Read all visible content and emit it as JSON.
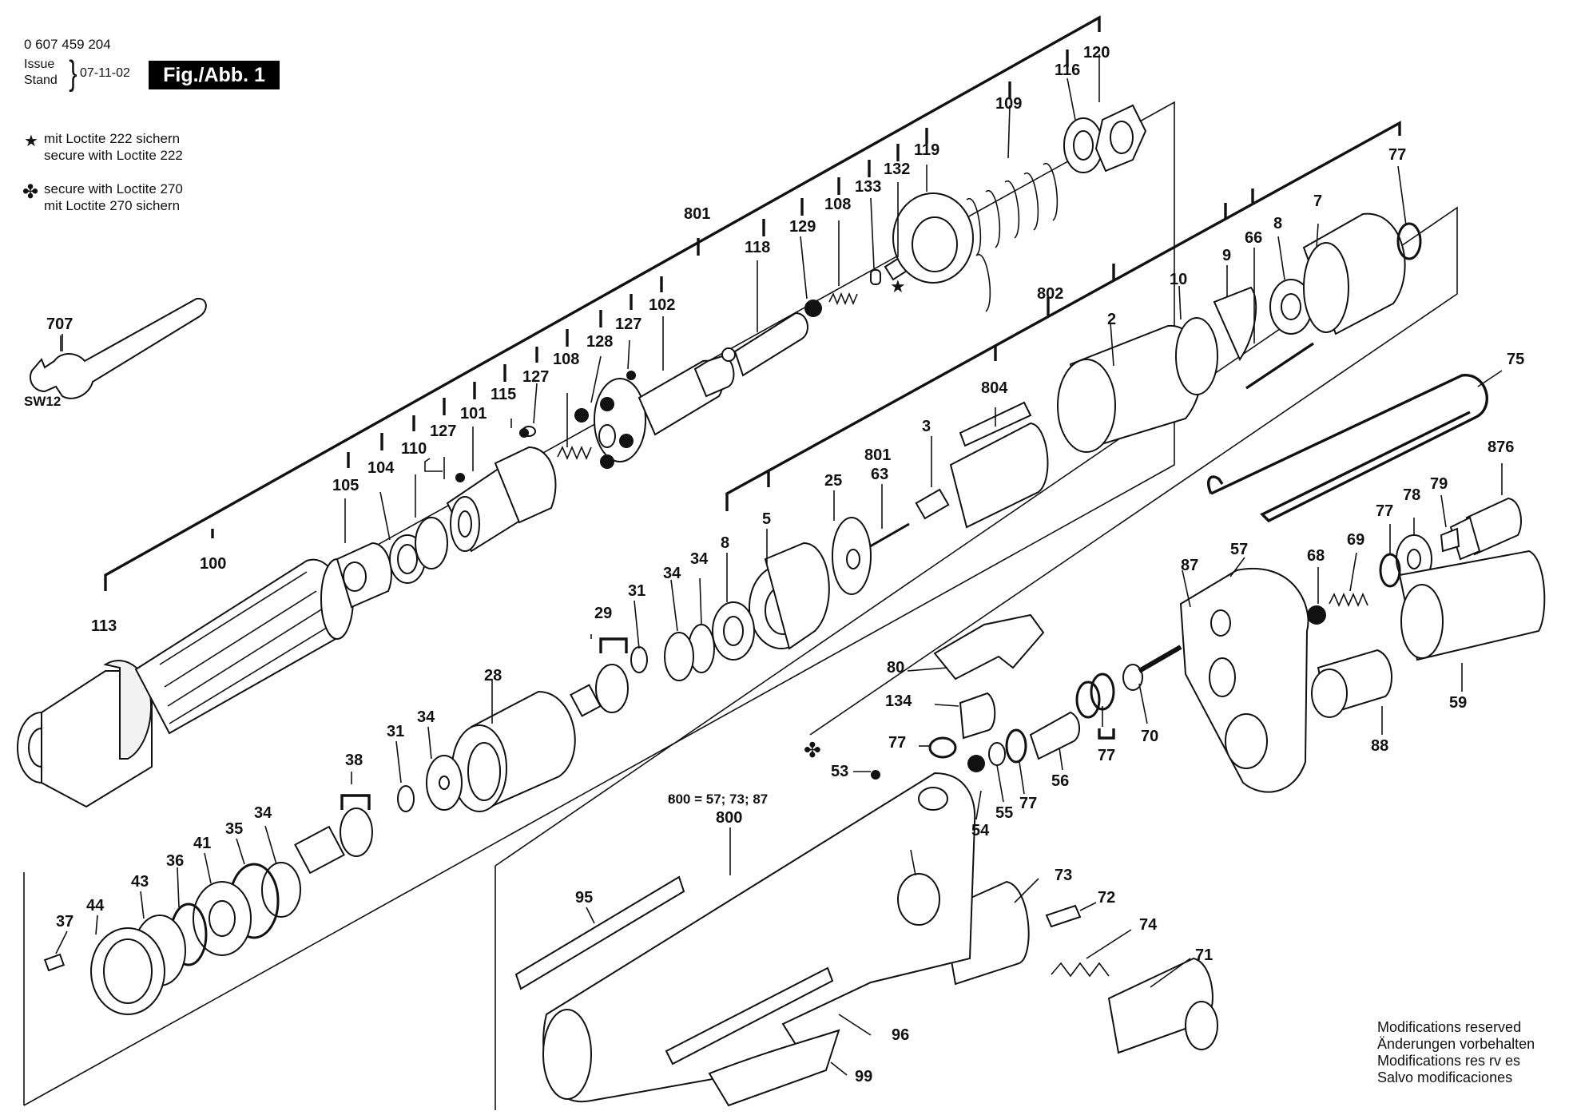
{
  "header": {
    "part_number": "0 607 459 204",
    "issue_label": "Issue",
    "stand_label": "Stand",
    "date": "07-11-02",
    "figure_label": "Fig./Abb. 1"
  },
  "legend": [
    {
      "symbol": "★",
      "icon": "star-icon",
      "line1": "mit Loctite 222 sichern",
      "line2": "secure with Loctite 222"
    },
    {
      "symbol": "✤",
      "icon": "clover-icon",
      "line1": "secure with Loctite 270",
      "line2": "mit Loctite 270 sichern"
    }
  ],
  "set_note": "800 = 57; 73; 87",
  "wrench_size": "SW12",
  "bracket_labels": {
    "top_assembly": "801",
    "mid_assembly": "802",
    "mid_sub": "801",
    "housing": "800"
  },
  "parts": {
    "p113": "113",
    "p100": "100",
    "p105": "105",
    "p104": "104",
    "p110": "110",
    "p127a": "127",
    "p101": "101",
    "p115": "115",
    "p127b": "127",
    "p108a": "108",
    "p128": "128",
    "p127c": "127",
    "p102": "102",
    "p118": "118",
    "p129": "129",
    "p108b": "108",
    "p133": "133",
    "p132": "132",
    "p119": "119",
    "p109": "109",
    "p116": "116",
    "p120": "120",
    "p707": "707",
    "p2": "2",
    "p10": "10",
    "p9": "9",
    "p66": "66",
    "p8a": "8",
    "p7": "7",
    "p77a": "77",
    "p75": "75",
    "p804": "804",
    "p3": "3",
    "p63": "63",
    "p25": "25",
    "p5": "5",
    "p8b": "8",
    "p876": "876",
    "p79": "79",
    "p78": "78",
    "p77b": "77",
    "p69": "69",
    "p68": "68",
    "p57": "57",
    "p87": "87",
    "p59": "59",
    "p88": "88",
    "p80": "80",
    "p134": "134",
    "p77c": "77",
    "p53": "53",
    "p54": "54",
    "p55": "55",
    "p77d": "77",
    "p56": "56",
    "p77e": "77",
    "p70": "70",
    "p29": "29",
    "p31a": "31",
    "p34a": "34",
    "p34b": "34",
    "p28": "28",
    "p38": "38",
    "p31b": "31",
    "p34c": "34",
    "p34d": "34",
    "p35": "35",
    "p41": "41",
    "p36": "36",
    "p43": "43",
    "p44": "44",
    "p37": "37",
    "p95": "95",
    "p96": "96",
    "p99": "99",
    "p73": "73",
    "p72": "72",
    "p74": "74",
    "p71": "71"
  },
  "modifications": [
    "Modifications reserved",
    "Änderungen vorbehalten",
    "Modifications res rv es",
    "Salvo modificaciones"
  ]
}
